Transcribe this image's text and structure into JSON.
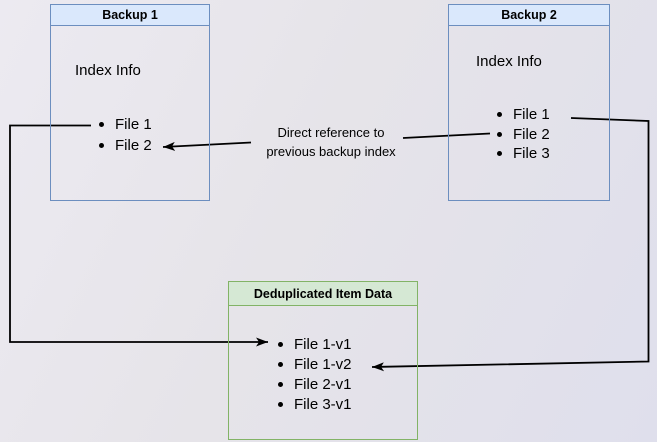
{
  "diagram": {
    "nodes": {
      "backup1": {
        "title": "Backup 1",
        "section_label": "Index Info",
        "items": [
          "File 1",
          "File 2"
        ]
      },
      "backup2": {
        "title": "Backup 2",
        "section_label": "Index Info",
        "items": [
          "File 1",
          "File 2",
          "File 3"
        ]
      },
      "dedup": {
        "title": "Deduplicated Item Data",
        "items": [
          "File 1-v1",
          "File 1-v2",
          "File 2-v1",
          "File 3-v1"
        ]
      }
    },
    "edges": {
      "direct_reference": {
        "label_line1": "Direct reference to",
        "label_line2": "previous backup index"
      }
    },
    "colors": {
      "blue_fill": "#dae8fc",
      "blue_border": "#6c8ebf",
      "green_fill": "#d5e8d4",
      "green_border": "#82b366",
      "line_color": "#000000",
      "text_color": "#000000",
      "canvas_top": "#eceaf1",
      "canvas_bottom": "#dfdfec"
    }
  }
}
